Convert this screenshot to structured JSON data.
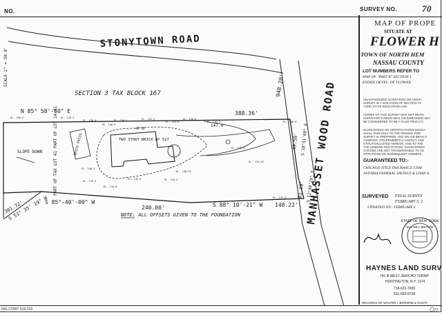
{
  "header": {
    "no_label": "NO.",
    "survey_label": "SURVEY NO.",
    "survey_value": "70"
  },
  "plat": {
    "road_north": "STONYTOWN ROAD",
    "road_east": "MANHASSET WOOD ROAD",
    "section_label": "SECTION 3 TAX BLOCK 167",
    "north_bearing": "N 85° 58'·00\" E",
    "north_distance": "388.36'",
    "road_dist": "948.20'",
    "east_dist1": "49.50'",
    "east_bearing1": "S 18°51'00\" E",
    "east_dist2": "81.10'",
    "east_bearing2": "S 12°40'20\" E",
    "south_bearing1": "S 85°-40'-00\" W",
    "south_dist1": "240.00'",
    "south_bearing2": "S 88° 10'-21\" W",
    "south_dist2": "148.22'",
    "sw_dist": "301.72'",
    "sw_bearing": "S 51° 35' 19\" W",
    "house_label": "TWO STORY BRICK Nº 527",
    "house_dims": "47.8'",
    "driveway_label": "147.4'",
    "patio_label": "BRICK PATIO",
    "slope_label": "SLOPE DOWN",
    "tax_lot_label": "PART OF TAX LOT 41 PART OF LOT 1A 41",
    "note": "NOTE: ALL OFFSETS GIVEN TO THE FOUNDATION",
    "left_edge_text": "SCALE 1\" = 50.0'",
    "elevations": [
      "EL. 150.5",
      "EL. 142.2",
      "EL. 138.0",
      "EL. 136.3",
      "EL. 139.2",
      "EL. 142.2",
      "EL. 133.8",
      "EL. 136.0",
      "EL. 141.5",
      "EL. 140.4",
      "EL. 138.55",
      "EL. 143.4",
      "EL. 135.5",
      "EL. 132.2",
      "EL. 134.0",
      "EL. 138.3",
      "EL. 134.33",
      "EL. 136.6",
      "EL. 132.9"
    ]
  },
  "right_panel": {
    "title1": "MAP OF PROPE",
    "title2": "SITUATE AT",
    "title3": "FLOWER H",
    "title4": "TOWN OF NORTH HEM",
    "title5": "NASSAU COUNTY",
    "lot_line1": "LOT NUMBERS REFER TO",
    "lot_line2": "MAP OF \"PART B\" SECTION 1",
    "lot_line3": "ESTATE DEVEL. OF FLOWER",
    "fine1": "UNAUTHORIZED ALTERATION OR ADDITI\nSURVEY IS A VIOLATION OF SECTION 72\nYORK STATE EDUCATION LAW.",
    "fine2": "COPIES OF THIS SURVEY MAP NOT BEARI\nSURVEYOR'S INKED SEAL OR EMBOSSED SEA\nBE CONSIDERED TO BE A VALID TRUE CO",
    "fine3": "GUARANTEES OR CERTIFICATIONS INDICA\nSHALL RUN ONLY TO THE PERSON FOR\nSURVEY IS PREPARED, AND ON HIS BEHALF\nCOMPANY, GOVERNMENTAL AGENCY AND\nSTITUTION LISTED HEREON, AND TO THE\nTHE LENDING INSTITUTION. GUARANTEES\nCATIONS ARE NOT TRANSFERABLE TO AD\nSTITUTIONS OR SUBSEQUENT OWNERS.",
    "guaranteed": "GUARANTEED TO:-",
    "g1": "CHICAGO TITLE INSURANCE COM",
    "g2": "ASTORIA FEDERAL SAVINGS & LOAN A",
    "surveyed_label": "SURVEYED",
    "surveyed_val1": "FINAL SURVEY",
    "surveyed_val2": "FEBRUARY 3, 2",
    "updated": "UPDATED TO:- FEBRUARY 2",
    "seal_text1": "STATE OF NEW YORK",
    "seal_text2": "WALTER J. BROWNE",
    "company": "HAYNES LAND SURV",
    "addr1": "741 B WEST JERICHO TURNP",
    "addr2": "HUNTINGTON, N.Y. 1174",
    "phone1": "718-631-7695",
    "phone2": "631-692-8728",
    "records": "RECORDS OF WALTER I. BROWNE & GUSTA"
  },
  "footer": {
    "left": "ING CORP. 518-233",
    "right": "On"
  }
}
